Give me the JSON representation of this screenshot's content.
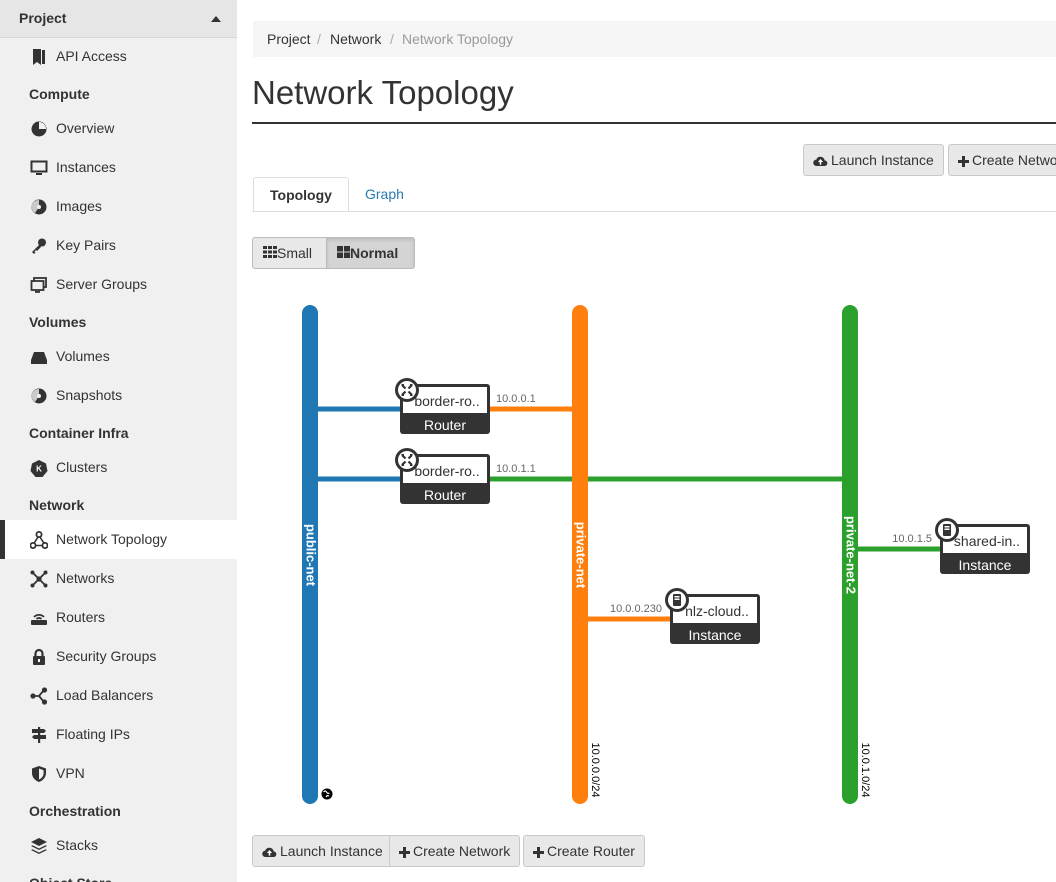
{
  "sidebar": {
    "project": "Project",
    "items": [
      {
        "key": "api",
        "label": "API Access",
        "icon": "book-icon"
      },
      {
        "key": "compute",
        "header": "Compute"
      },
      {
        "key": "overview",
        "label": "Overview",
        "icon": "dashboard-icon"
      },
      {
        "key": "instances",
        "label": "Instances",
        "icon": "monitor-icon"
      },
      {
        "key": "images",
        "label": "Images",
        "icon": "disc-icon"
      },
      {
        "key": "keypairs",
        "label": "Key Pairs",
        "icon": "key-icon"
      },
      {
        "key": "servergroups",
        "label": "Server Groups",
        "icon": "server-groups-icon"
      },
      {
        "key": "volumes_h",
        "header": "Volumes"
      },
      {
        "key": "volumes",
        "label": "Volumes",
        "icon": "hdd-icon"
      },
      {
        "key": "snapshots",
        "label": "Snapshots",
        "icon": "snapshot-icon"
      },
      {
        "key": "container_h",
        "header": "Container Infra"
      },
      {
        "key": "clusters",
        "label": "Clusters",
        "icon": "kubernetes-icon"
      },
      {
        "key": "network_h",
        "header": "Network"
      },
      {
        "key": "topology",
        "label": "Network Topology",
        "icon": "topology-icon",
        "active": true
      },
      {
        "key": "networks",
        "label": "Networks",
        "icon": "networks-icon"
      },
      {
        "key": "routers",
        "label": "Routers",
        "icon": "router-icon"
      },
      {
        "key": "secgroups",
        "label": "Security Groups",
        "icon": "lock-icon"
      },
      {
        "key": "lb",
        "label": "Load Balancers",
        "icon": "load-balancer-icon"
      },
      {
        "key": "fip",
        "label": "Floating IPs",
        "icon": "signpost-icon"
      },
      {
        "key": "vpn",
        "label": "VPN",
        "icon": "shield-icon"
      },
      {
        "key": "orch_h",
        "header": "Orchestration"
      },
      {
        "key": "stacks",
        "label": "Stacks",
        "icon": "stack-icon"
      },
      {
        "key": "obj_h",
        "header": "Object Store"
      }
    ]
  },
  "breadcrumb": {
    "project": "Project",
    "network": "Network",
    "current": "Network Topology"
  },
  "title": "Network Topology",
  "top_actions": {
    "launch": "Launch Instance",
    "create_network": "Create Network"
  },
  "tabs": {
    "topology": "Topology",
    "graph": "Graph"
  },
  "view_toggle": {
    "small": "Small",
    "normal": "Normal"
  },
  "bottom_actions": {
    "launch": "Launch Instance",
    "create_network": "Create Network",
    "create_router": "Create Router"
  },
  "colors": {
    "public": "#1f77b4",
    "private": "#ff7f0e",
    "private2": "#2ca02c",
    "node": "#333333"
  },
  "topology": {
    "networks": [
      {
        "id": "public",
        "name": "public-net",
        "cidr": "",
        "external": true
      },
      {
        "id": "private",
        "name": "private-net",
        "cidr": "10.0.0.0/24"
      },
      {
        "id": "private2",
        "name": "private-net-2",
        "cidr": "10.0.1.0/24"
      }
    ],
    "devices": [
      {
        "name": "border-ro..",
        "type": "Router",
        "ports": [
          {
            "ip": "10.0.0.1"
          }
        ]
      },
      {
        "name": "border-ro..",
        "type": "Router",
        "ports": [
          {
            "ip": "10.0.1.1"
          }
        ]
      },
      {
        "name": "nlz-cloud..",
        "type": "Instance",
        "ports": [
          {
            "ip": "10.0.0.230"
          }
        ]
      },
      {
        "name": "shared-in..",
        "type": "Instance",
        "ports": [
          {
            "ip": "10.0.1.5"
          }
        ]
      }
    ]
  }
}
